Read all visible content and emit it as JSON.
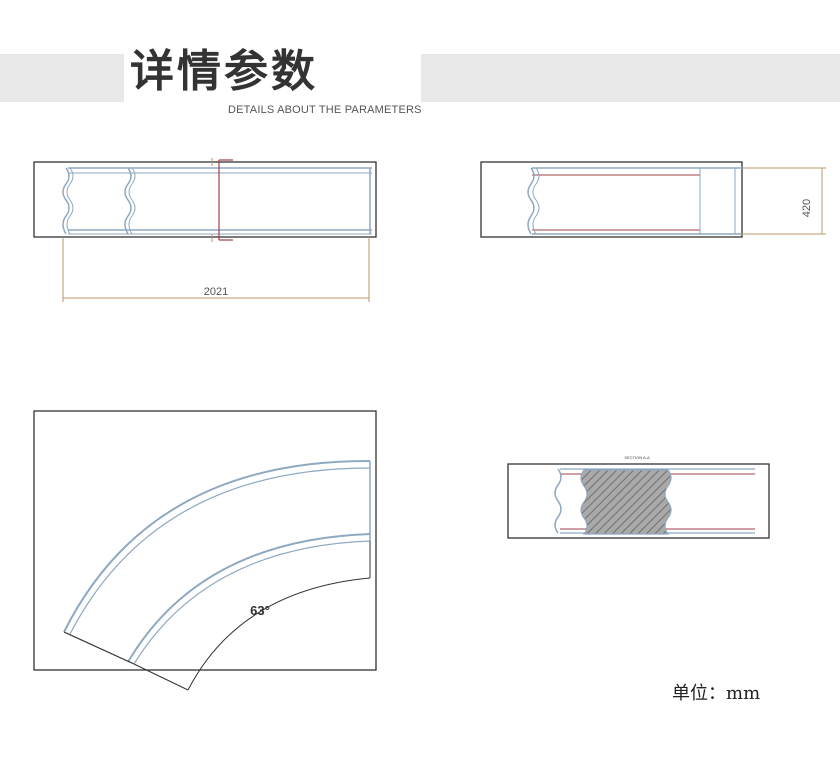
{
  "header": {
    "title": "详情参数",
    "subtitle": "DETAILS ABOUT THE PARAMETERS"
  },
  "dimensions": {
    "length": "2021",
    "height": "420",
    "angle": "63°"
  },
  "section_label": "SECTION A-A",
  "unit_label": "单位：mm",
  "colors": {
    "pipe_outline": "#8fa9c2",
    "dimension_line": "#b89a6c",
    "red_line": "#a0404a",
    "frame": "#333333"
  }
}
